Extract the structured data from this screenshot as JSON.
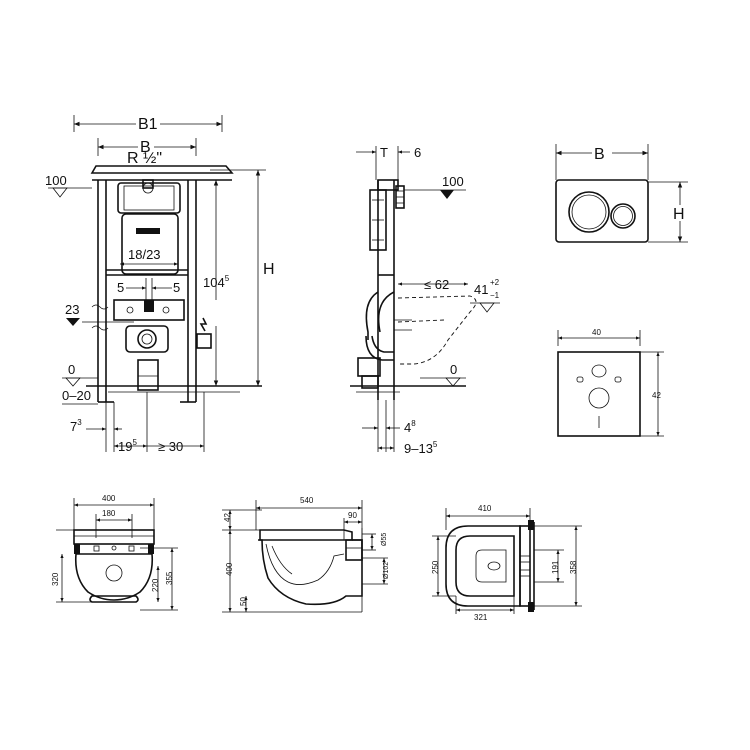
{
  "front_view": {
    "b1_label": "B1",
    "b_label": "B",
    "r_label": "R ½\"",
    "level_100": "100",
    "h_label": "H",
    "h1045_main": "104",
    "h1045_sup": "5",
    "w1823": "18/23",
    "five_left": "5",
    "five_right": "5",
    "level_23": "23",
    "level_0": "0",
    "range_0_20": "0–20",
    "d73_main": "7",
    "d73_sup": "3",
    "d195_main": "19",
    "d195_sup": "5",
    "ge30": "≥ 30"
  },
  "side_view": {
    "t_label": "T",
    "six_label": "6",
    "level_100": "100",
    "le62": "≤ 62",
    "h41_main": "41",
    "h41_plus": "+2",
    "h41_minus": "−1",
    "level_0": "0",
    "d48_main": "4",
    "d48_sup": "8",
    "d9135_main": "9–13",
    "d9135_sup": "5"
  },
  "flush_plate": {
    "b_label": "B",
    "h_label": "H"
  },
  "mount_plate": {
    "w40": "40",
    "h42": "42"
  },
  "bowl_front": {
    "w400": "400",
    "w180": "180",
    "h320": "320",
    "h220": "220",
    "h355": "355"
  },
  "bowl_side": {
    "w540": "540",
    "w90": "90",
    "h42": "42",
    "h400": "400",
    "h50": "50",
    "d55": "Ø55",
    "d102": "Ø102"
  },
  "bowl_top": {
    "w410": "410",
    "w321": "321",
    "h250": "250",
    "h191": "191",
    "h358": "358"
  }
}
